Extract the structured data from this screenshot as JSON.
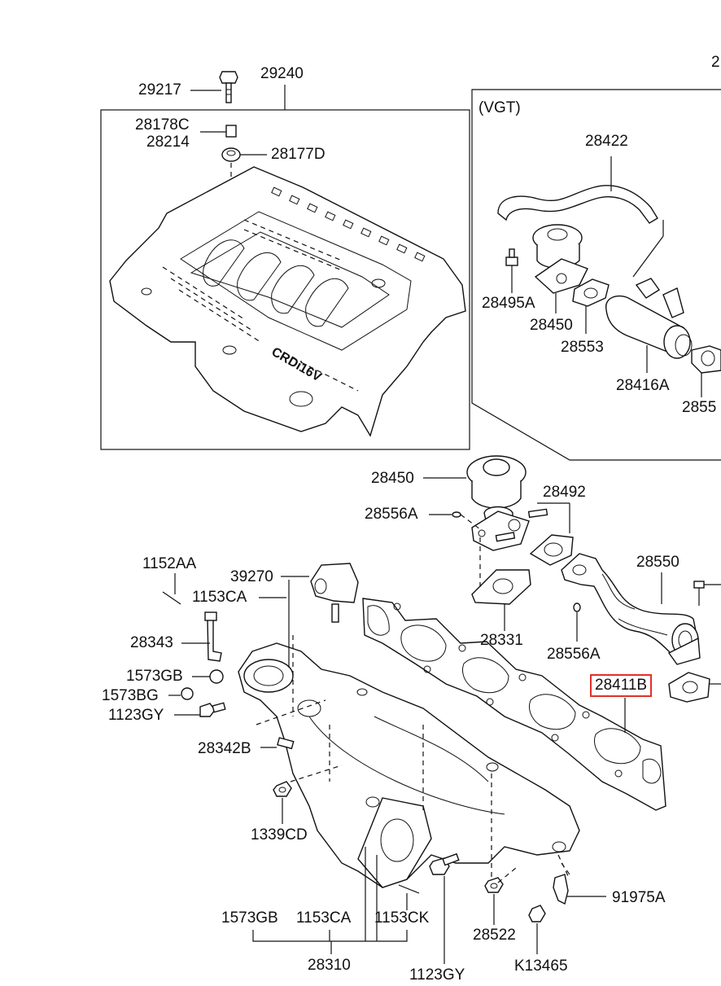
{
  "corner_label": "2",
  "group_labels": {
    "vgt": "(VGT)"
  },
  "parts": {
    "p29217": "29217",
    "p29240": "29240",
    "p28178C": "28178C",
    "p28214": "28214",
    "p28177D": "28177D",
    "p28422": "28422",
    "p28495A": "28495A",
    "p28450_vgt": "28450",
    "p28553": "28553",
    "p28416A": "28416A",
    "p2855_partial": "2855",
    "p28450": "28450",
    "p28492": "28492",
    "p28556A_top": "28556A",
    "p28550": "28550",
    "p1152AA": "1152AA",
    "p39270": "39270",
    "p1153CA_top": "1153CA",
    "p28343": "28343",
    "p28331": "28331",
    "p28556A_bottom": "28556A",
    "p28411B": "28411B",
    "p1573GB_top": "1573GB",
    "p1573BG": "1573BG",
    "p1123GY_top": "1123GY",
    "p28342B": "28342B",
    "p1339CD": "1339CD",
    "p91975A": "91975A",
    "p1573GB_bottom": "1573GB",
    "p1153CA_bottom": "1153CA",
    "p1153CK": "1153CK",
    "p28522": "28522",
    "p28310": "28310",
    "p1123GY_bottom": "1123GY",
    "pK13465": "K13465"
  },
  "engine_cover_text": "CRDi16V",
  "highlight_color": "#e0302a"
}
